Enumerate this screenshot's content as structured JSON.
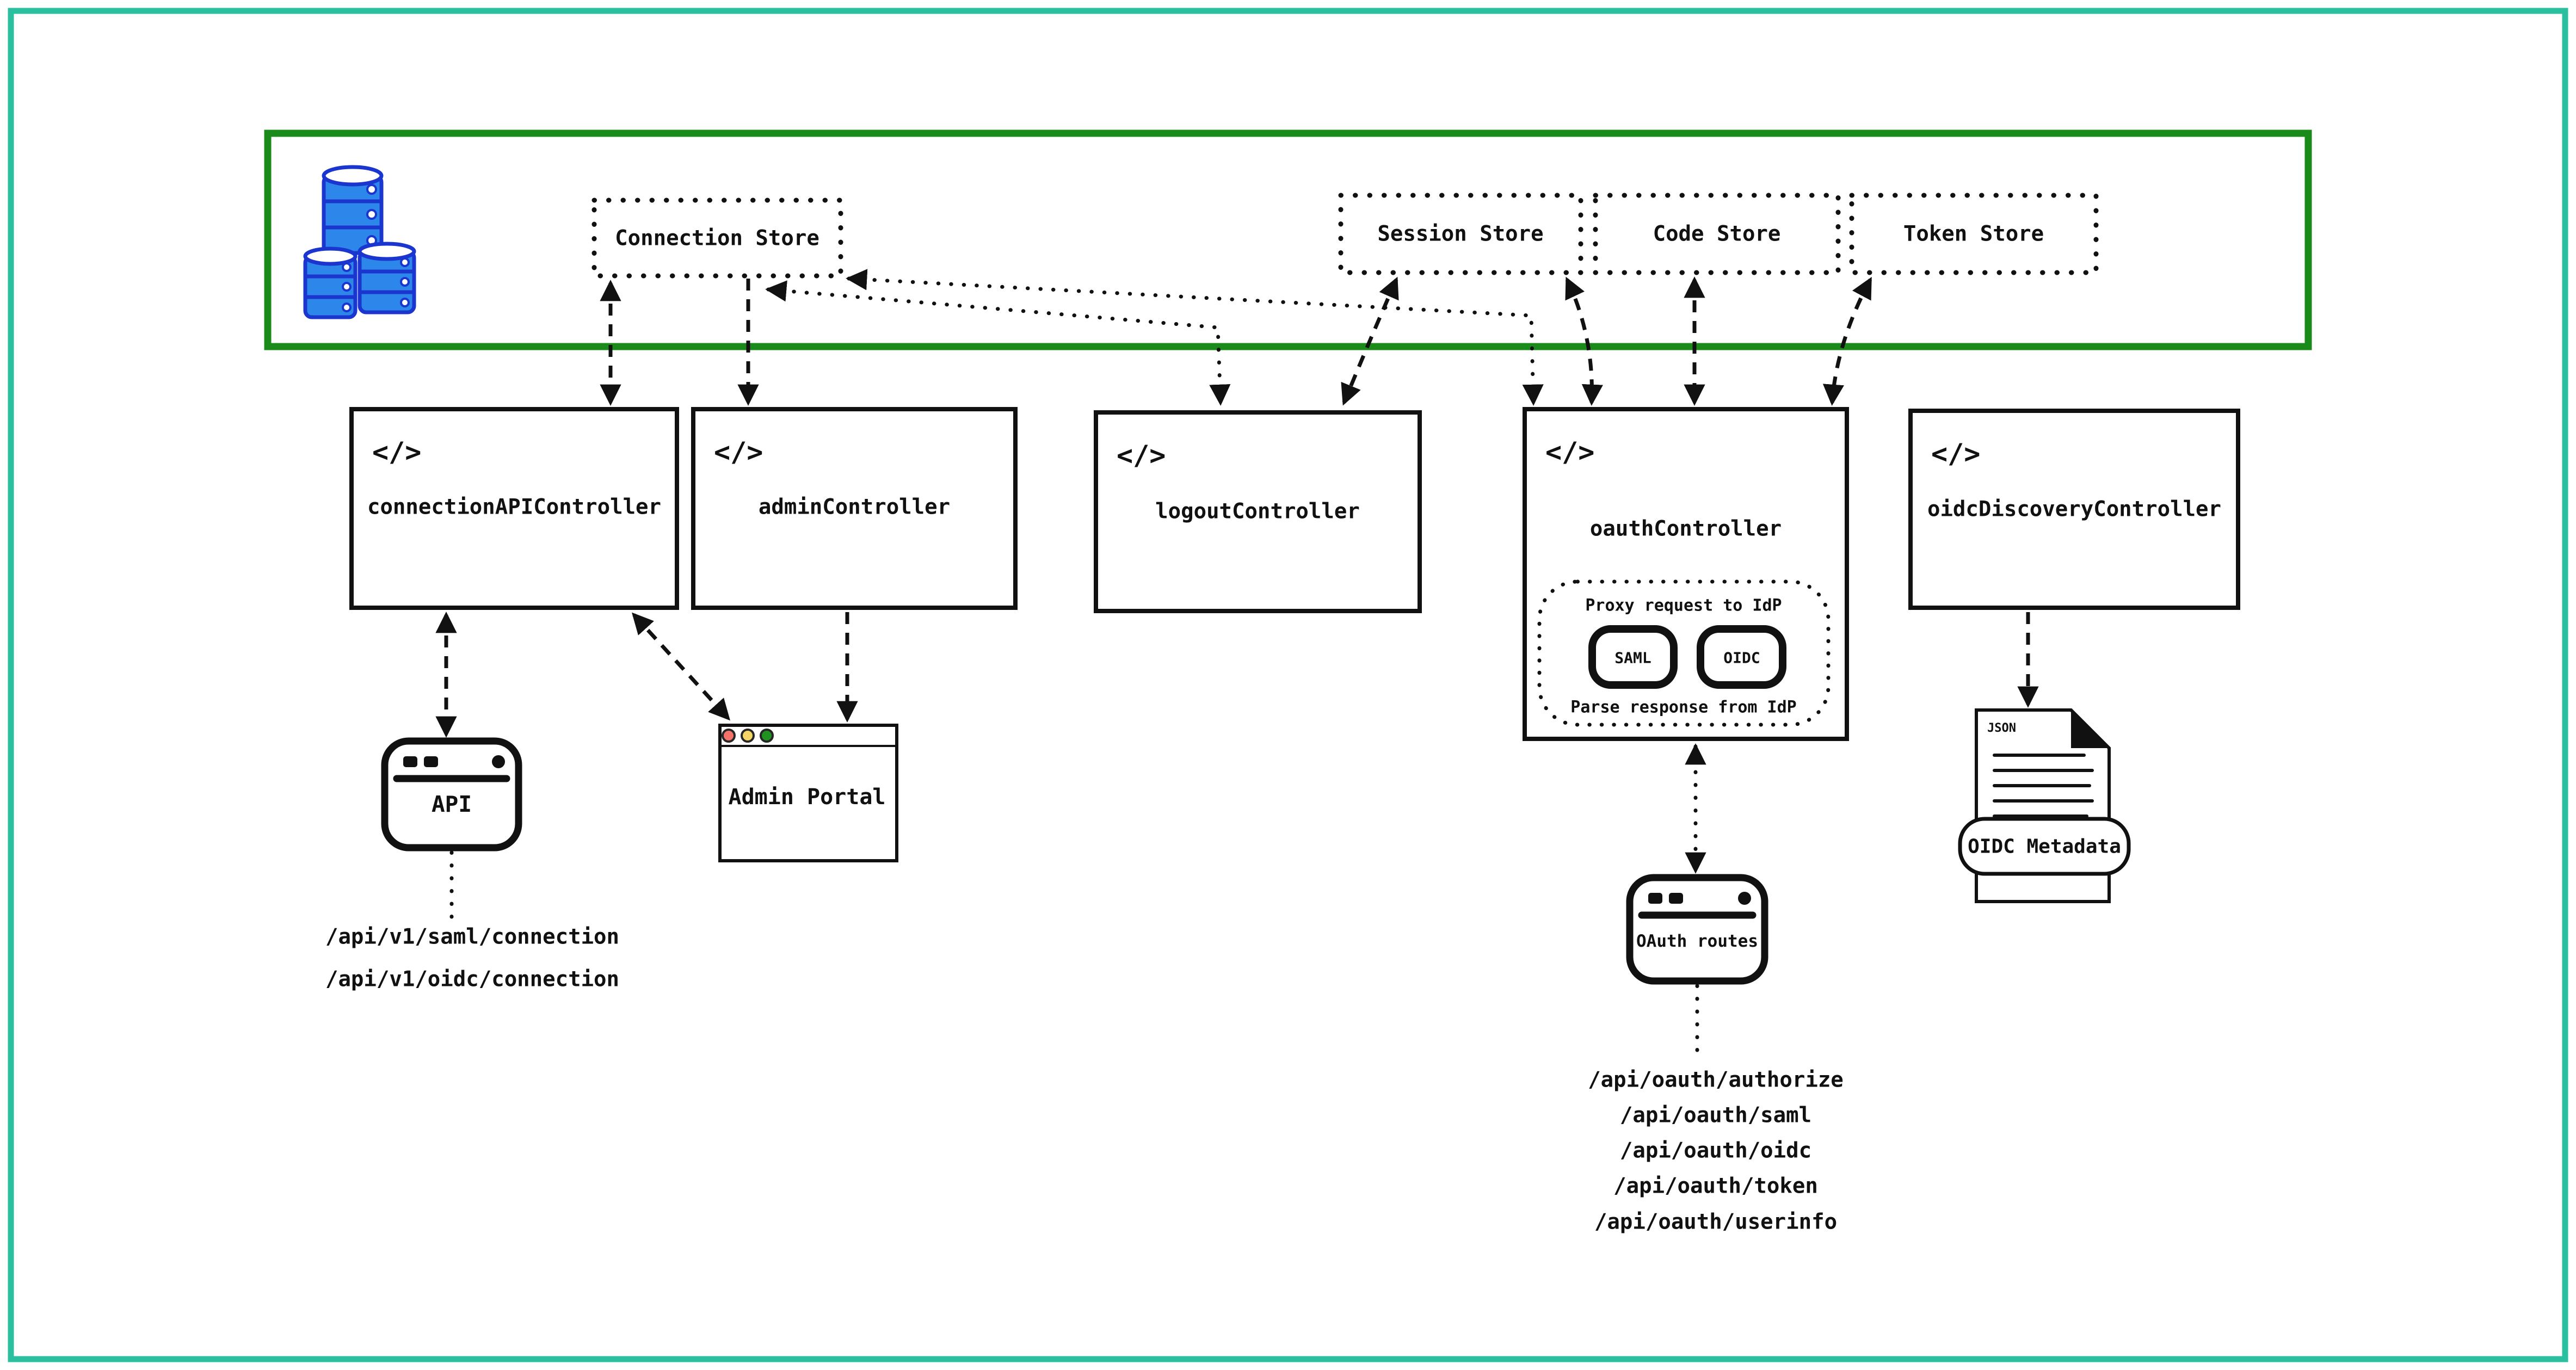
{
  "colors": {
    "page_frame": "#2abf9e",
    "storage_zone_border": "#1a8a1a",
    "ink": "#111111",
    "db_fill": "#2d87ea",
    "db_stroke": "#1b36cf",
    "traffic_red": "#f4726a",
    "traffic_yellow": "#f5d665",
    "traffic_green": "#1f9220"
  },
  "storage_zone": {
    "database_icon": "database-stack-icon",
    "stores": [
      {
        "label": "Connection Store"
      },
      {
        "label": "Session Store"
      },
      {
        "label": "Code Store"
      },
      {
        "label": "Token Store"
      }
    ]
  },
  "code_icon": "</>",
  "controllers": [
    {
      "label": "connectionAPIController"
    },
    {
      "label": "adminController"
    },
    {
      "label": "logoutController"
    },
    {
      "label": "oauthController"
    },
    {
      "label": "oidcDiscoveryController"
    }
  ],
  "oauth_internal": {
    "proxy_label": "Proxy request to IdP",
    "saml_label": "SAML",
    "oidc_label": "OIDC",
    "parse_label": "Parse response from IdP"
  },
  "clients": {
    "api_label": "API",
    "admin_portal_label": "Admin Portal",
    "oauth_routes_label": "OAuth routes"
  },
  "metadata_doc": {
    "file_type": "JSON",
    "banner": "OIDC Metadata"
  },
  "connection_api_routes": [
    "/api/v1/saml/connection",
    "/api/v1/oidc/connection"
  ],
  "oauth_routes_list": [
    "/api/oauth/authorize",
    "/api/oauth/saml",
    "/api/oauth/oidc",
    "/api/oauth/token",
    "/api/oauth/userinfo"
  ]
}
